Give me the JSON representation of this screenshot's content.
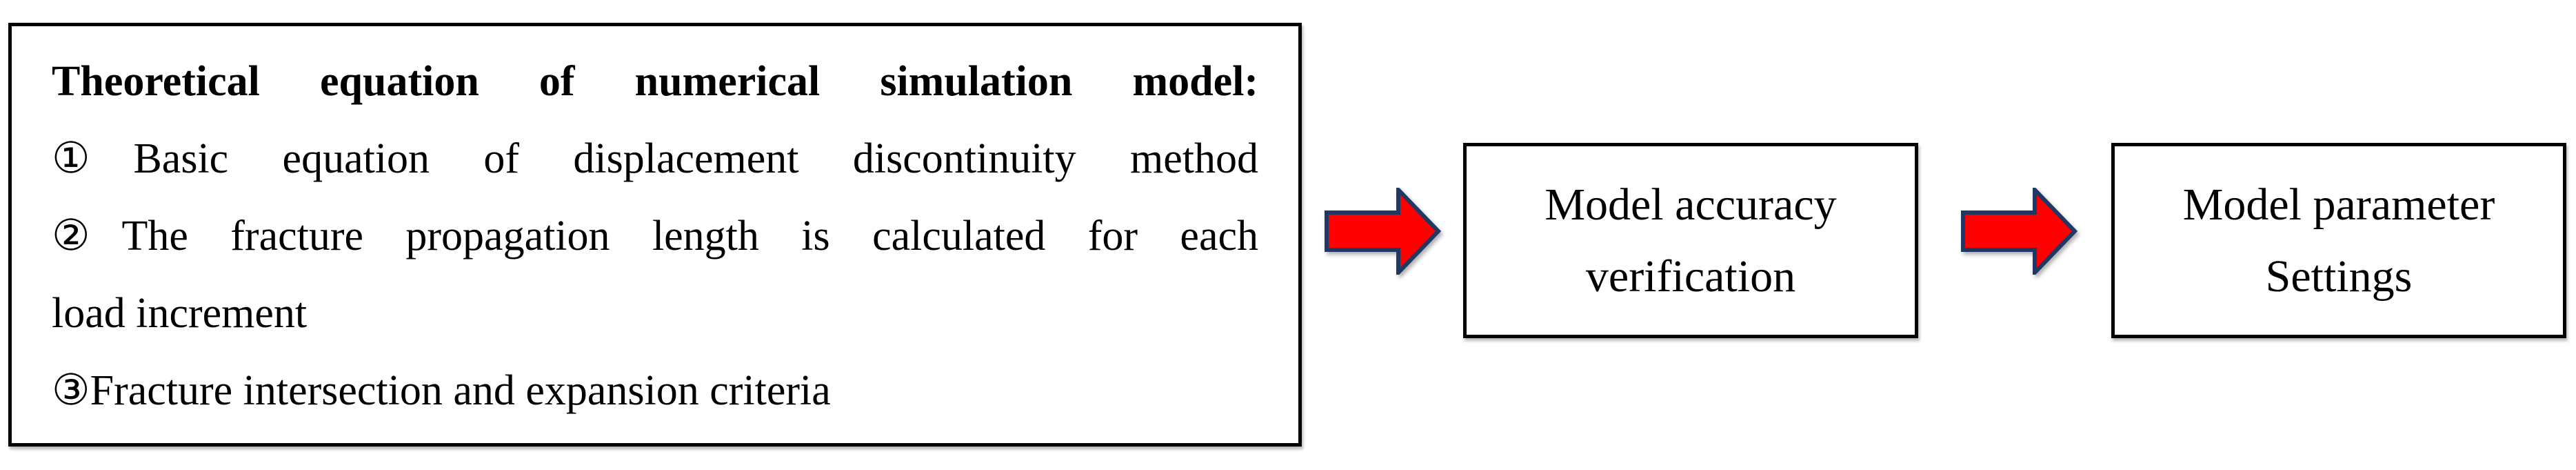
{
  "colors": {
    "background": "#ffffff",
    "box_border": "#000000",
    "text": "#000000",
    "arrow_fill": "#ff0000",
    "arrow_stroke": "#1f3864"
  },
  "left_box": {
    "title": "Theoretical equation of numerical simulation model:",
    "items": [
      "①Basic equation of displacement discontinuity method",
      "②The fracture propagation length is calculated for each load increment",
      "③Fracture intersection and expansion criteria"
    ],
    "display_lines": [
      "①Basic equation of displacement discontinuity method",
      "②The fracture propagation length is calculated for each",
      "load increment",
      "③Fracture intersection and expansion criteria"
    ]
  },
  "steps": [
    {
      "label": "Model accuracy verification",
      "lines": [
        "Model accuracy",
        "verification"
      ]
    },
    {
      "label": "Model parameter Settings",
      "lines": [
        "Model parameter",
        "Settings"
      ]
    }
  ]
}
